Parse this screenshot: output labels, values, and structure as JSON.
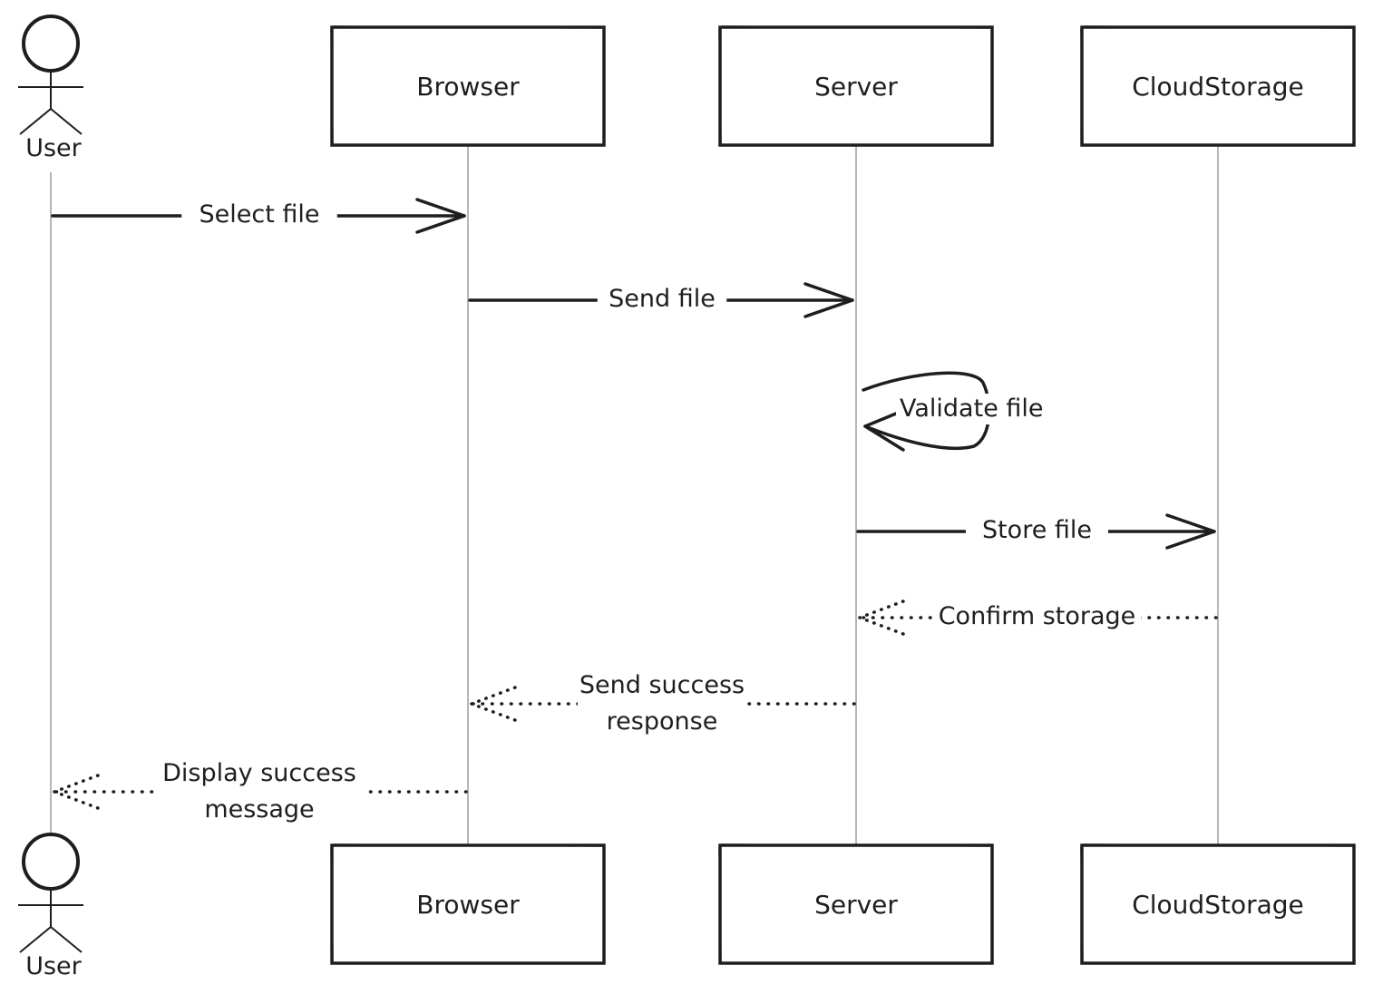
{
  "participants": [
    {
      "id": "user",
      "kind": "actor",
      "label": "User"
    },
    {
      "id": "browser",
      "kind": "box",
      "label": "Browser"
    },
    {
      "id": "server",
      "kind": "box",
      "label": "Server"
    },
    {
      "id": "cloudstorage",
      "kind": "box",
      "label": "CloudStorage"
    }
  ],
  "messages": [
    {
      "from": "user",
      "to": "browser",
      "style": "solid",
      "lines": [
        "Select file"
      ]
    },
    {
      "from": "browser",
      "to": "server",
      "style": "solid",
      "lines": [
        "Send file"
      ]
    },
    {
      "from": "server",
      "to": "server",
      "style": "self",
      "lines": [
        "Validate file"
      ]
    },
    {
      "from": "server",
      "to": "cloudstorage",
      "style": "solid",
      "lines": [
        "Store file"
      ]
    },
    {
      "from": "cloudstorage",
      "to": "server",
      "style": "dotted",
      "lines": [
        "Confirm storage"
      ]
    },
    {
      "from": "server",
      "to": "browser",
      "style": "dotted",
      "lines": [
        "Send success",
        "response"
      ]
    },
    {
      "from": "browser",
      "to": "user",
      "style": "dotted",
      "lines": [
        "Display success",
        "message"
      ]
    }
  ],
  "colors": {
    "stroke": "#1e1e1e",
    "lifeline": "#9e9e9e",
    "background": "#ffffff"
  }
}
